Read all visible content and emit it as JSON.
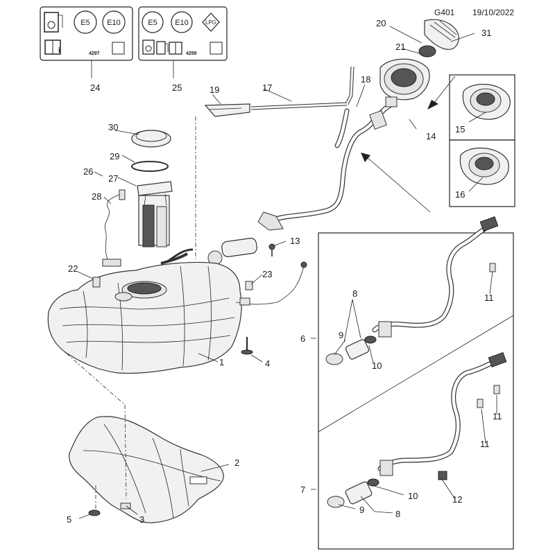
{
  "header": {
    "code": "G401",
    "date": "19/10/2022"
  },
  "labels": {
    "cap24": {
      "e5": "E5",
      "e10": "E10",
      "ref": "4297"
    },
    "cap25": {
      "e5": "E5",
      "e10": "E10",
      "lpg": "LPG",
      "ref": "4299"
    }
  },
  "callouts": {
    "c1": "1",
    "c2": "2",
    "c3": "3",
    "c4": "4",
    "c5": "5",
    "c6": "6",
    "c7": "7",
    "c8a": "8",
    "c8b": "8",
    "c9a": "9",
    "c9b": "9",
    "c10a": "10",
    "c10b": "10",
    "c11a": "11",
    "c11b": "11",
    "c11c": "11",
    "c12": "12",
    "c13": "13",
    "c14": "14",
    "c15": "15",
    "c16": "16",
    "c17": "17",
    "c18": "18",
    "c19": "19",
    "c20": "20",
    "c21": "21",
    "c22": "22",
    "c23": "23",
    "c24": "24",
    "c25": "25",
    "c26": "26",
    "c27": "27",
    "c28": "28",
    "c29": "29",
    "c30": "30",
    "c31": "31"
  }
}
